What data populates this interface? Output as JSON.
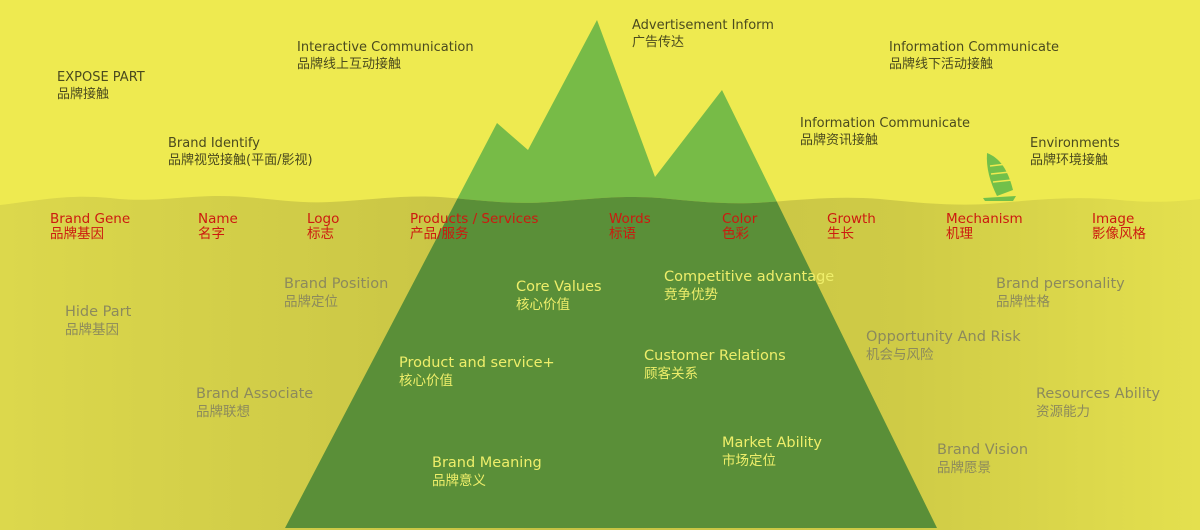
{
  "colors": {
    "sky": "#eeea50",
    "water": "#d3cf48",
    "mountain_above": "#77bb47",
    "mountain_below": "#5a8f38",
    "category_text": "#cc1a10"
  },
  "above": [
    {
      "en": "EXPOSE PART",
      "cn": "品牌接触"
    },
    {
      "en": "Interactive Communication",
      "cn": "品牌线上互动接触"
    },
    {
      "en": "Advertisement Inform",
      "cn": "广告传达"
    },
    {
      "en": "Information Communicate",
      "cn": "品牌线下活动接触"
    },
    {
      "en": "Brand Identify",
      "cn": "品牌视觉接触(平面/影视)"
    },
    {
      "en": "Information Communicate",
      "cn": "品牌资讯接触"
    },
    {
      "en": "Environments",
      "cn": "品牌环境接触"
    }
  ],
  "categories": [
    {
      "en": "Brand Gene",
      "cn": "品牌基因"
    },
    {
      "en": "Name",
      "cn": "名字"
    },
    {
      "en": "Logo",
      "cn": "标志"
    },
    {
      "en": "Products / Services",
      "cn": "产品/服务"
    },
    {
      "en": "Words",
      "cn": "标语"
    },
    {
      "en": "Color",
      "cn": "色彩"
    },
    {
      "en": "Growth",
      "cn": "生长"
    },
    {
      "en": "Mechanism",
      "cn": "机理"
    },
    {
      "en": "Image",
      "cn": "影像风格"
    }
  ],
  "below_outer": [
    {
      "en": "Hide Part",
      "cn": "品牌基因"
    },
    {
      "en": "Brand Position",
      "cn": "品牌定位"
    },
    {
      "en": "Brand Associate",
      "cn": "品牌联想"
    },
    {
      "en": "Brand personality",
      "cn": "品牌性格"
    },
    {
      "en": "Opportunity And Risk",
      "cn": "机会与风险"
    },
    {
      "en": "Resources Ability",
      "cn": "资源能力"
    },
    {
      "en": "Brand Vision",
      "cn": "品牌愿景"
    }
  ],
  "below_inner": [
    {
      "en": "Core Values",
      "cn": "核心价值"
    },
    {
      "en": "Competitive advantage",
      "cn": "竞争优势"
    },
    {
      "en": "Product and service+",
      "cn": "核心价值"
    },
    {
      "en": "Customer Relations",
      "cn": "顾客关系"
    },
    {
      "en": "Market Ability",
      "cn": "市场定位"
    },
    {
      "en": "Brand Meaning",
      "cn": "品牌意义"
    }
  ]
}
